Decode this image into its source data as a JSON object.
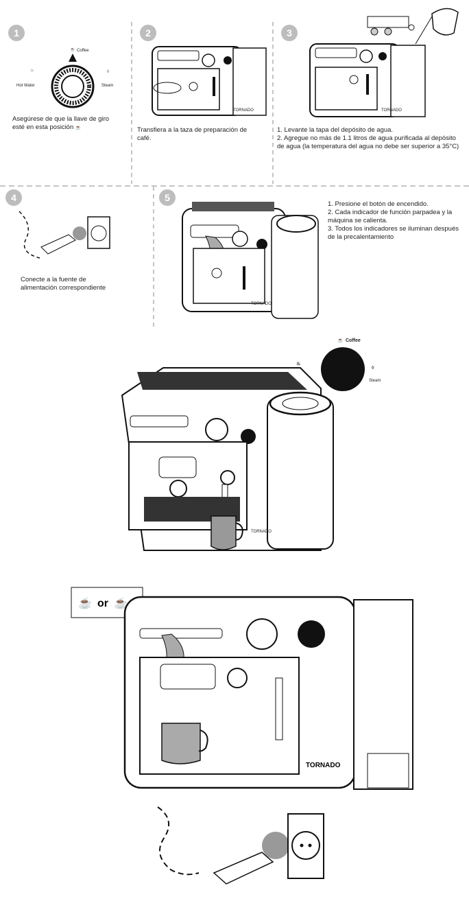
{
  "steps": [
    {
      "number": "1",
      "text": "Asegúrese de que la llave de giro esté en esta posición"
    },
    {
      "number": "2",
      "text": "Transfiera a la taza de preparación de café."
    },
    {
      "number": "3",
      "items": [
        "1. Levante la tapa del depósito de agua.",
        "2. Agregue no más de 1.1 litros de agua purificada al depósito de agua (la temperatura del agua no debe ser superior a 35°C)"
      ]
    },
    {
      "number": "4",
      "text": "Conecte a la fuente de alimentación correspondiente"
    },
    {
      "number": "5",
      "items": [
        "1. Presione el botón de encendido.",
        "2. Cada indicador de función parpadea y la máquina se calienta.",
        "3. Todos los indicadores se iluminan después de la precalentamiento"
      ]
    }
  ],
  "dial_labels": {
    "coffee": "Coffee",
    "hot_water": "Hot Water",
    "steam": "Steam"
  },
  "or_label": "or",
  "brand": "TORNADO",
  "brand_large": "TORNADO"
}
